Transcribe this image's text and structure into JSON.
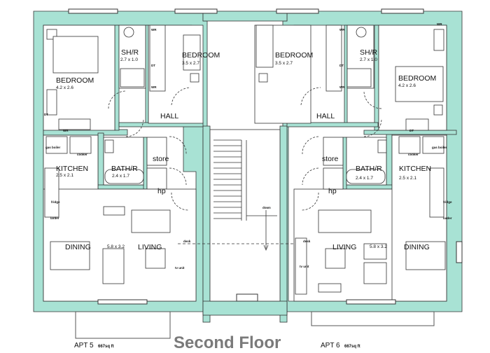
{
  "plan": {
    "title": "Second Floor",
    "wall_color": "#a8e2d4",
    "line_color": "#222222"
  },
  "apartments": [
    {
      "label": "APT 5",
      "area": "667sq ft"
    },
    {
      "label": "APT 6",
      "area": "667sq ft"
    }
  ],
  "rooms": {
    "bedroom_l1": {
      "name": "BEDROOM",
      "dim": "4.2 x 2.6"
    },
    "shwr_l": {
      "name": "SH/R",
      "dim": "2.7 x 1.0"
    },
    "bedroom_l2": {
      "name": "BEDROOM",
      "dim": "3.5 x 2.7"
    },
    "bedroom_r2": {
      "name": "BEDROOM",
      "dim": "3.5 x 2.7"
    },
    "shwr_r": {
      "name": "SH/R",
      "dim": "2.7 x 1.0"
    },
    "bedroom_r1": {
      "name": "BEDROOM",
      "dim": "4.2 x 2.6"
    },
    "hall_l": {
      "name": "HALL"
    },
    "hall_r": {
      "name": "HALL"
    },
    "kitchen_l": {
      "name": "KITCHEN",
      "dim": "2.5 x 2.1"
    },
    "bath_l": {
      "name": "BATH/R",
      "dim": "2.4 x 1.7"
    },
    "store_l": {
      "name": "store"
    },
    "hp_l": {
      "name": "hp"
    },
    "store_r": {
      "name": "store"
    },
    "bath_r": {
      "name": "BATH/R",
      "dim": "2.4 x 1.7"
    },
    "kitchen_r": {
      "name": "KITCHEN",
      "dim": "2.5 x 2.1"
    },
    "hp_r": {
      "name": "hp"
    },
    "dining_l": {
      "name": "DINING"
    },
    "living_l": {
      "name": "LIVING",
      "dim": "5.8 x 3.2"
    },
    "living_r": {
      "name": "LIVING",
      "dim": "5.8 x 3.2"
    },
    "dining_r": {
      "name": "DINING"
    }
  },
  "fixtures": {
    "wr": "WR",
    "dt": "DT",
    "gas_boiler": "gas boiler",
    "cooker": "cooker",
    "fridge": "fridge",
    "larder": "larder",
    "down": "down",
    "tv_unit": "tv unit",
    "desk": "desk"
  }
}
